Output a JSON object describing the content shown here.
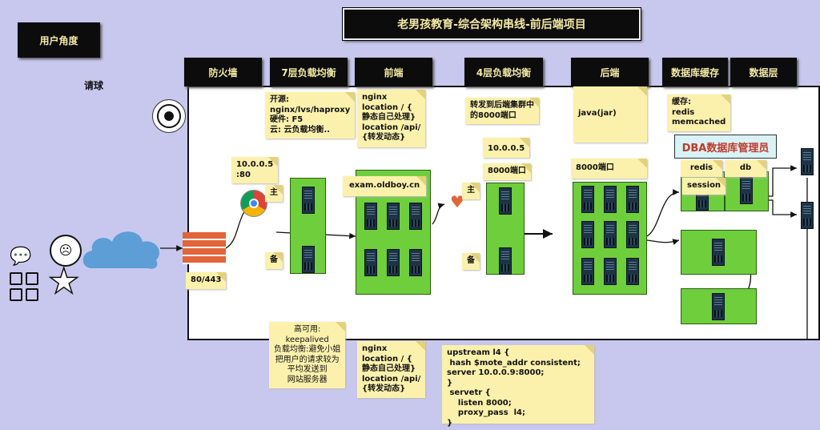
{
  "title": "老男孩教育-综合架构串线-前后端项目",
  "user_view": "用户角度",
  "request_label": "请球",
  "headers": [
    "防火墙",
    "7层负载均衡",
    "前端",
    "4层负载均衡",
    "后端",
    "数据库缓存",
    "数据层"
  ],
  "notes": {
    "lb7": "开源:\nnginx/lvs/haproxy\n硬件: F5\n云: 云负载均衡..",
    "frontend": "nginx\nlocation / {\n静态自己处理}\nlocation /api/\n{转发动态}",
    "lb4": "转发到后端集群中\n的8000端口",
    "backend": "java(jar)",
    "cache": "缓存:\nredis\nmemcached",
    "ip_80": "10.0.0.5\n:80",
    "master1": "主",
    "backup1": "备",
    "domain": "exam.oldboy.cn",
    "ip_lb4": "10.0.0.5",
    "port_lb4": "8000端口",
    "master2": "主",
    "backup2": "备",
    "port_backend": "8000端口",
    "fw_port": "80/443",
    "ha": "高可用:\nkeepalived\n负载均衡:避免小姐\n把用户的请求较为\n平均发送到\n网站服务器",
    "frontend2": "nginx\nlocation / {\n静态自己处理}\nlocation /api/\n{转发动态}",
    "upstream": "upstream l4 {\n hash $mote_addr consistent;\nserver 10.0.0.9:8000;\n}\n servetr {\n    listen 8000;\n    proxy_pass  l4;\n}",
    "redis": "redis",
    "db": "db",
    "session": "session"
  },
  "dba_label": "DBA数据库管理员",
  "colors": {
    "bg": "#c8c8ee",
    "note": "#fcf1ac",
    "green": "#6fce3c",
    "dba": "#c0392b"
  }
}
